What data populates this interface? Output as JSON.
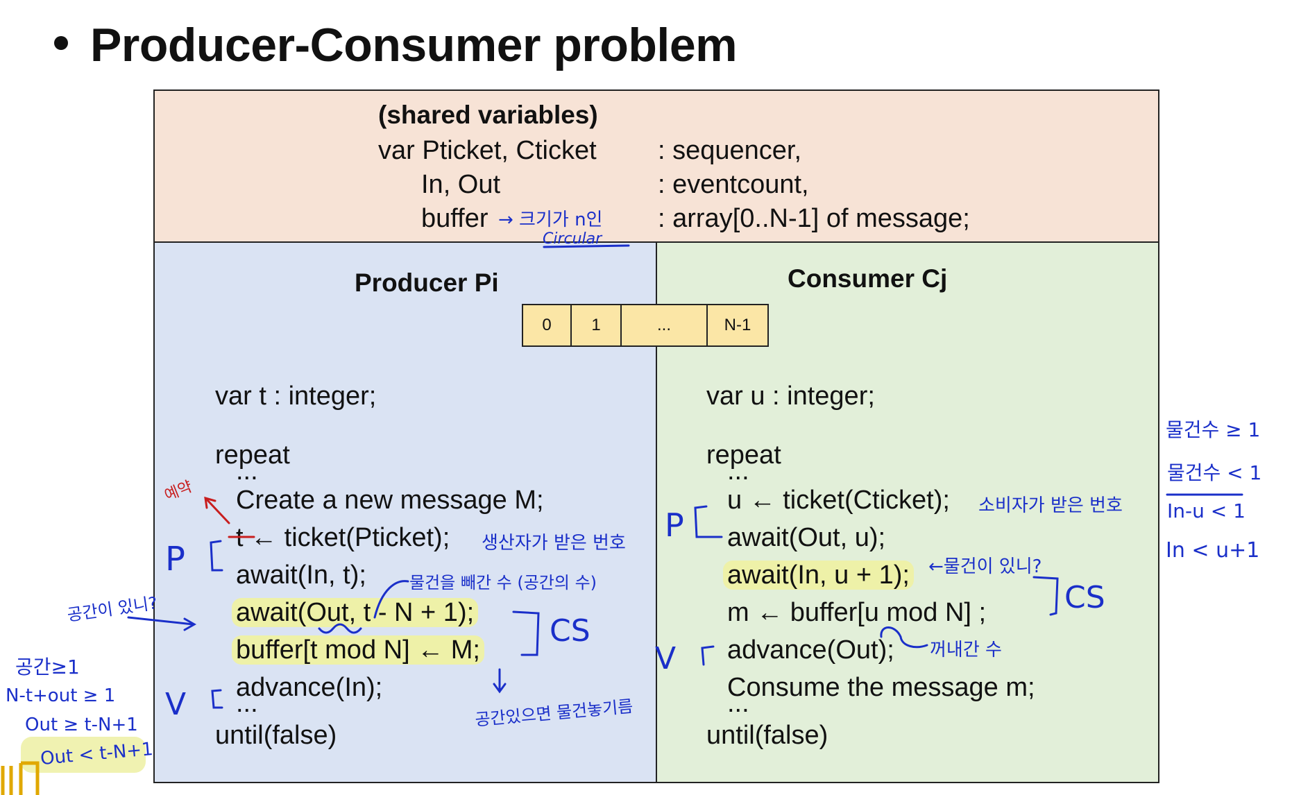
{
  "title": "Producer-Consumer problem",
  "shared": {
    "heading": "(shared variables)",
    "lines": [
      {
        "left": "var Pticket, Cticket",
        "right": ": sequencer,"
      },
      {
        "left": "In, Out",
        "right": ": eventcount,"
      },
      {
        "left": "buffer",
        "right": ": array[0..N-1] of message;"
      }
    ]
  },
  "buffer_cells": [
    "0",
    "1",
    "...",
    "N-1"
  ],
  "producer": {
    "heading": "Producer Pi",
    "decl": "var t : integer;",
    "repeat": "repeat",
    "dots1": "...",
    "lines": [
      "Create a new message M;",
      "t ← ticket(Pticket);",
      "await(In, t);",
      "await(Out, t - N + 1);",
      "buffer[t mod N] ← M;",
      "advance(In);"
    ],
    "dots2": "...",
    "until": "until(false)"
  },
  "consumer": {
    "heading": "Consumer Cj",
    "decl": "var u : integer;",
    "repeat": "repeat",
    "dots1": "...",
    "lines": [
      "u ← ticket(Cticket);",
      "await(Out, u);",
      "await(In, u + 1);",
      "m ← buffer[u mod N] ;",
      "advance(Out);",
      "Consume the message m;"
    ],
    "dots2": "...",
    "until": "until(false)"
  },
  "annotations": {
    "buffer_note1": "→ 크기가 n인",
    "buffer_note2": "Circular",
    "reserve": "예약",
    "p_ticket_note": "생산자가 받은 번호",
    "space_count": "물건을 빼간 수 (공간의 수)",
    "space_question": "공간이 있니?",
    "put_note": "공간있으면 물건놓기름",
    "c_ticket_note": "소비자가 받은 번호",
    "item_question": "←물건이 있니?",
    "taken_count": "꺼내간 수",
    "p_mark": "P",
    "v_mark": "V",
    "cs_mark": "CS",
    "left_notes": [
      "공간≥1",
      "N-t+out ≥ 1",
      "Out ≥ t-N+1",
      "Out < t-N+1"
    ],
    "right_notes": [
      "물건수 ≥ 1",
      "물건수 < 1",
      "In-u < 1",
      "In < u+1"
    ]
  }
}
